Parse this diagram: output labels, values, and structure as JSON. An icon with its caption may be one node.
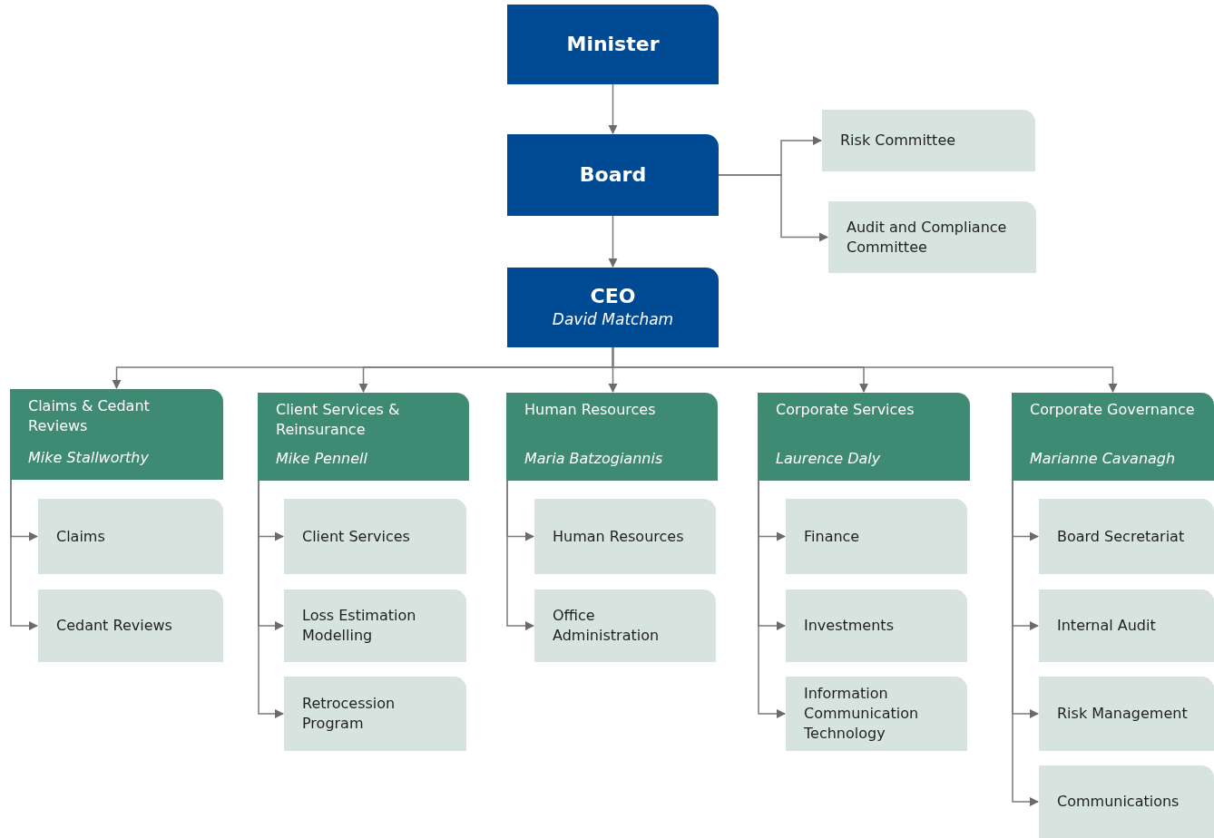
{
  "diagram": {
    "nodes": [
      {
        "text": [
          "Minister"
        ]
      },
      {
        "text": [
          "Board"
        ]
      },
      {
        "text": [
          "Risk Committee"
        ]
      },
      {
        "text": [
          "Audit and Compliance Committee"
        ]
      },
      {
        "text": [
          "CEO",
          "David Matcham"
        ]
      },
      {
        "text": [
          "Claims & Cedant Reviews",
          "Mike Stallworthy"
        ]
      },
      {
        "text": [
          "Claims"
        ]
      },
      {
        "text": [
          "Cedant Reviews"
        ]
      },
      {
        "text": [
          "Client Services & Reinsurance",
          "Mike Pennell"
        ]
      },
      {
        "text": [
          "Client Services"
        ]
      },
      {
        "text": [
          "Loss Estimation Modelling"
        ]
      },
      {
        "text": [
          "Retrocession Program"
        ]
      },
      {
        "text": [
          "Human Resources",
          "Maria Batzogiannis"
        ]
      },
      {
        "text": [
          "Human Resources"
        ]
      },
      {
        "text": [
          "Office Administration"
        ]
      },
      {
        "text": [
          "Corporate Services",
          "Laurence Daly"
        ]
      },
      {
        "text": [
          "Finance"
        ]
      },
      {
        "text": [
          "Investments"
        ]
      },
      {
        "text": [
          "Information Communication Technology"
        ]
      },
      {
        "text": [
          "Corporate Governance",
          "Marianne Cavanagh"
        ]
      },
      {
        "text": [
          "Board Secretariat"
        ]
      },
      {
        "text": [
          "Internal Audit"
        ]
      },
      {
        "text": [
          "Risk Management"
        ]
      },
      {
        "text": [
          "Communications"
        ]
      }
    ],
    "edges": [
      {
        "from": 0,
        "to": 1,
        "arrow": "to"
      },
      {
        "from": 1,
        "to": 2,
        "arrow": "to"
      },
      {
        "from": 1,
        "to": 3,
        "arrow": "to"
      },
      {
        "from": 1,
        "to": 4,
        "arrow": "to"
      },
      {
        "from": 4,
        "to": 5,
        "arrow": "to"
      },
      {
        "from": 4,
        "to": 8,
        "arrow": "to"
      },
      {
        "from": 4,
        "to": 12,
        "arrow": "to"
      },
      {
        "from": 4,
        "to": 15,
        "arrow": "to"
      },
      {
        "from": 4,
        "to": 19,
        "arrow": "to"
      },
      {
        "from": 5,
        "to": 6,
        "arrow": "to"
      },
      {
        "from": 5,
        "to": 7,
        "arrow": "to"
      },
      {
        "from": 8,
        "to": 9,
        "arrow": "to"
      },
      {
        "from": 8,
        "to": 10,
        "arrow": "to"
      },
      {
        "from": 8,
        "to": 11,
        "arrow": "to"
      },
      {
        "from": 12,
        "to": 13,
        "arrow": "to"
      },
      {
        "from": 12,
        "to": 14,
        "arrow": "to"
      },
      {
        "from": 15,
        "to": 16,
        "arrow": "to"
      },
      {
        "from": 15,
        "to": 17,
        "arrow": "to"
      },
      {
        "from": 15,
        "to": 18,
        "arrow": "to"
      },
      {
        "from": 19,
        "to": 20,
        "arrow": "to"
      },
      {
        "from": 19,
        "to": 21,
        "arrow": "to"
      },
      {
        "from": 19,
        "to": 22,
        "arrow": "to"
      },
      {
        "from": 19,
        "to": 23,
        "arrow": "to"
      }
    ]
  }
}
